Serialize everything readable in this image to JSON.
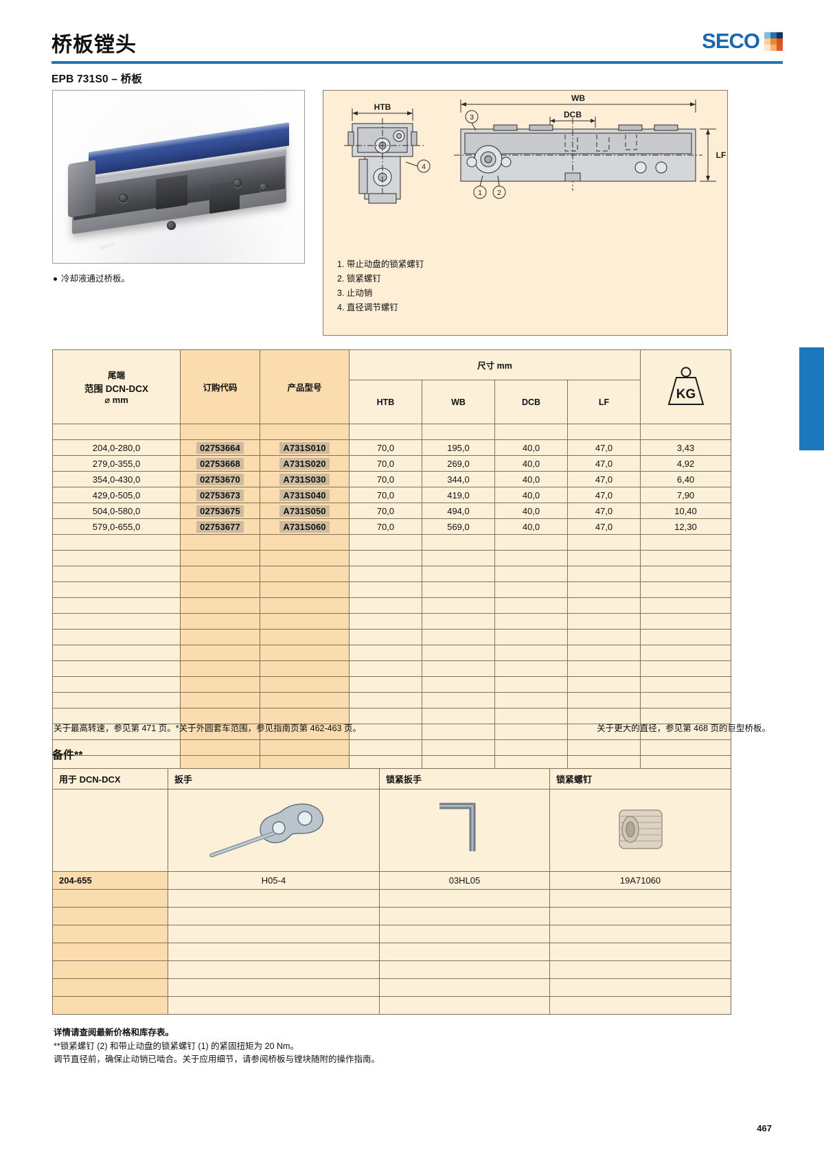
{
  "header": {
    "title": "桥板镗头",
    "logo_word": "SECO",
    "logo_colors": [
      "#7fb8e0",
      "#2a6fb0",
      "#14315c",
      "#f8cf9a",
      "#e98a2b",
      "#d9531e",
      "#fbe7cf",
      "#f6b26b",
      "#e2552a"
    ],
    "accent_color": "#1b78bd"
  },
  "subtitle": "EPB 731S0 – 桥板",
  "photo": {
    "caption_bullet": "冷却液通过桥板。",
    "brand_mark": "SECO"
  },
  "diagram": {
    "labels": {
      "htb": "HTB",
      "wb": "WB",
      "dcb": "DCB",
      "lf": "LF",
      "callout_1": "1",
      "callout_2": "2",
      "callout_3": "3",
      "callout_4": "4"
    },
    "legend": [
      "1. 带止动盘的锁紧螺钉",
      "2. 锁紧螺钉",
      "3. 止动销",
      "4. 直径调节螺钉"
    ]
  },
  "main_table": {
    "headers": {
      "range_l1": "尾端",
      "range_l2": "范围 DCN-DCX",
      "range_l3": "⌀ mm",
      "order_code": "订购代码",
      "product_type": "产品型号",
      "dimensions_group": "尺寸 mm",
      "htb": "HTB",
      "wb": "WB",
      "dcb": "DCB",
      "lf": "LF",
      "weight": "KG"
    },
    "rows": [
      {
        "range": "204,0-280,0",
        "order_code": "02753664",
        "product_type": "A731S010",
        "htb": "70,0",
        "wb": "195,0",
        "dcb": "40,0",
        "lf": "47,0",
        "kg": "3,43"
      },
      {
        "range": "279,0-355,0",
        "order_code": "02753668",
        "product_type": "A731S020",
        "htb": "70,0",
        "wb": "269,0",
        "dcb": "40,0",
        "lf": "47,0",
        "kg": "4,92"
      },
      {
        "range": "354,0-430,0",
        "order_code": "02753670",
        "product_type": "A731S030",
        "htb": "70,0",
        "wb": "344,0",
        "dcb": "40,0",
        "lf": "47,0",
        "kg": "6,40"
      },
      {
        "range": "429,0-505,0",
        "order_code": "02753673",
        "product_type": "A731S040",
        "htb": "70,0",
        "wb": "419,0",
        "dcb": "40,0",
        "lf": "47,0",
        "kg": "7,90"
      },
      {
        "range": "504,0-580,0",
        "order_code": "02753675",
        "product_type": "A731S050",
        "htb": "70,0",
        "wb": "494,0",
        "dcb": "40,0",
        "lf": "47,0",
        "kg": "10,40"
      },
      {
        "range": "579,0-655,0",
        "order_code": "02753677",
        "product_type": "A731S060",
        "htb": "70,0",
        "wb": "569,0",
        "dcb": "40,0",
        "lf": "47,0",
        "kg": "12,30"
      }
    ],
    "empty_rows": 16
  },
  "footnotes": {
    "left": "关于最高转速，参见第 471 页。*关于外圆套车范围，参见指南页第 462-463 页。",
    "right": "关于更大的直径，参见第 468 页的巨型桥板。"
  },
  "accessories": {
    "section_title": "备件**",
    "headers": {
      "for_dcn_dcx": "用于 DCN-DCX",
      "wrench": "扳手",
      "lock_wrench": "锁紧扳手",
      "lock_screw": "锁紧螺钉"
    },
    "rows": [
      {
        "range": "204-655",
        "wrench": "H05-4",
        "lock_wrench": "03HL05",
        "lock_screw": "19A71060"
      }
    ],
    "empty_rows": 7
  },
  "bottom_notes": [
    "详情请查阅最新价格和库存表。",
    "**锁紧螺钉 (2) 和带止动盘的锁紧螺钉 (1) 的紧固扭矩为 20 Nm。",
    "调节直径前，确保止动销已啮合。关于应用细节，请参阅桥板与镗块随附的操作指南。"
  ],
  "page_number": "467"
}
